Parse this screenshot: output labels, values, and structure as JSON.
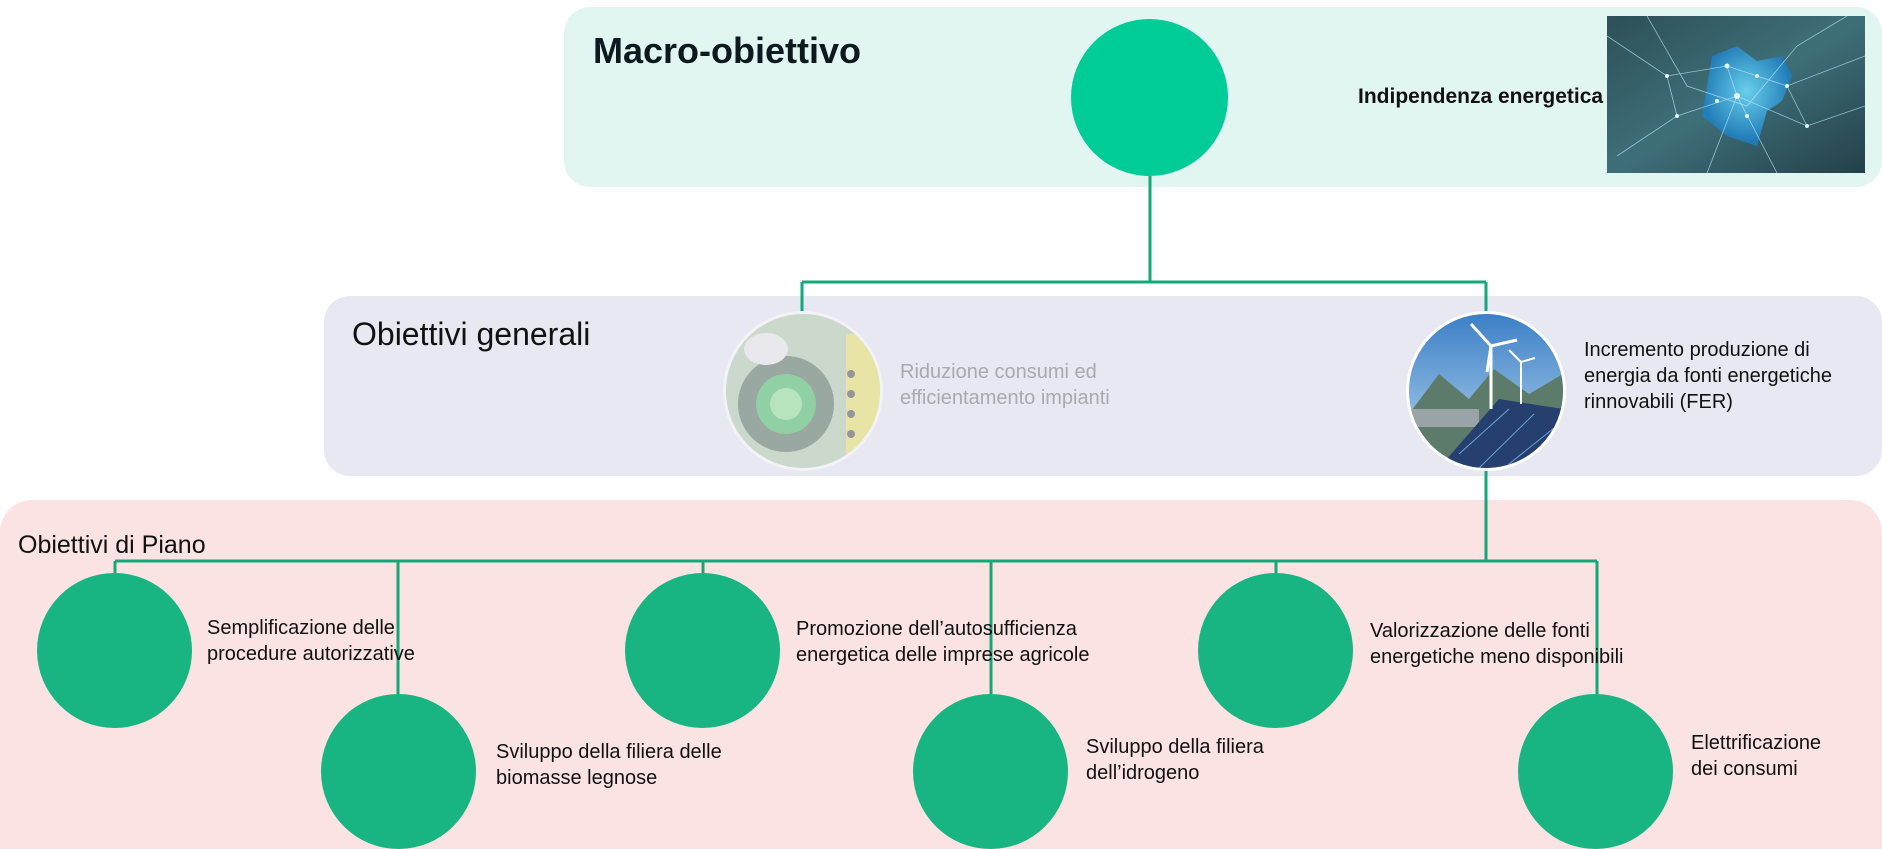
{
  "macro": {
    "title": "Macro-obiettivo",
    "label": "Indipendenza energetica",
    "image_icon": "region-network-map-image"
  },
  "generali": {
    "title": "Obiettivi generali",
    "items": [
      {
        "label": "Riduzione consumi ed efficientamento impianti",
        "state": "faded",
        "icon": "power-button-photo"
      },
      {
        "label": "Incremento produzione di energia da fonti energetiche rinnovabili (FER)",
        "state": "active",
        "icon": "wind-solar-photo"
      }
    ]
  },
  "piano": {
    "title": "Obiettivi di Piano",
    "items": [
      {
        "label": "Semplificazione delle procedure autorizzative"
      },
      {
        "label": "Sviluppo della filiera delle biomasse legnose"
      },
      {
        "label": "Promozione dell’autosufficienza energetica delle imprese agricole"
      },
      {
        "label": "Sviluppo della filiera dell’idrogeno"
      },
      {
        "label": "Valorizzazione delle fonti energetiche meno disponibili"
      },
      {
        "label": "Elettrificazione dei consumi"
      }
    ]
  },
  "colors": {
    "macro_band": "#e2f6f1",
    "generali_band": "#e8e8f2",
    "piano_band": "#fbe3e3",
    "macro_circle": "#00cc98",
    "plan_circle": "#18b583",
    "connector": "#12a878"
  }
}
